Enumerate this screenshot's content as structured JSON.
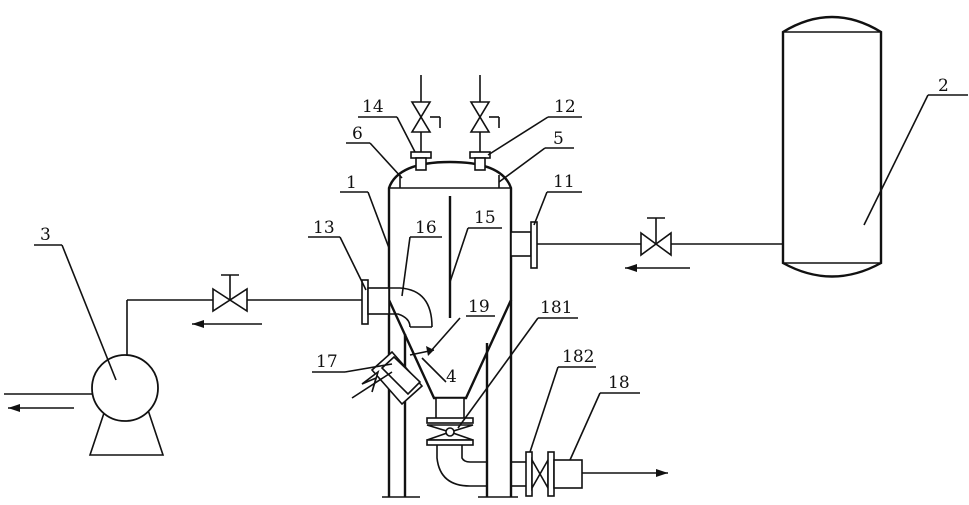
{
  "labels": {
    "tank": "2",
    "pump": "3",
    "vessel": "1",
    "cone": "4",
    "head_right": "5",
    "head_left": "6",
    "outlet_nozzle": "11",
    "top_nozzle_right": "12",
    "inlet_nozzle": "13",
    "top_nozzle_left": "14",
    "baffle": "15",
    "elbow": "16",
    "side_port": "17",
    "outlet_pipe": "18",
    "bottom_valve": "181",
    "outlet_valve": "182",
    "rod": "19"
  }
}
